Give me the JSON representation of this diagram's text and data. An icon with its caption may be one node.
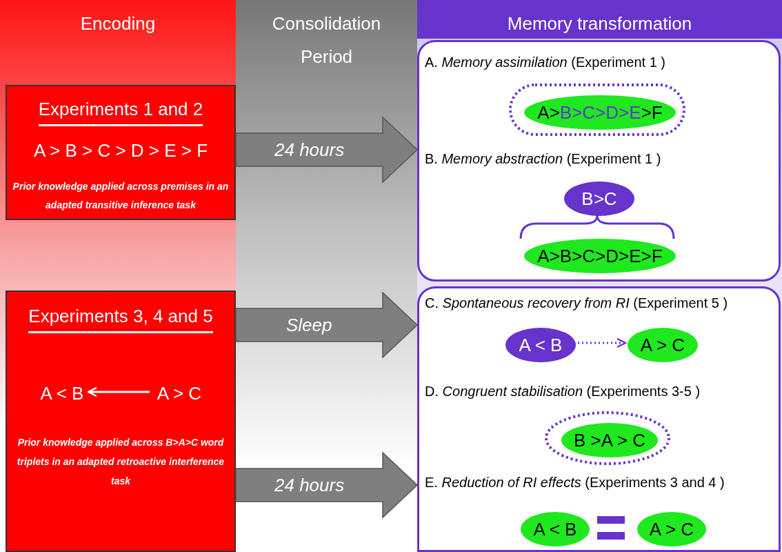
{
  "diagram": {
    "nodes": [
      {
        "text": [
          "Encoding"
        ]
      },
      {
        "text": [
          "Experiments 1 and 2",
          "A > B > C > D > E > F",
          "Prior knowledge applied across premises in an adapted transitive inference task"
        ],
        "in": 0
      },
      {
        "text": [
          "Experiments 3, 4 and 5",
          "Prior knowledge applied across B>A>C word triplets in an adapted retroactive interference task"
        ],
        "in": 0
      },
      {
        "text": [
          "A < B"
        ],
        "in": 2
      },
      {
        "text": [
          "A > C"
        ],
        "in": 2
      },
      {
        "text": [
          "Consolidation Period"
        ]
      },
      {
        "text": [
          "Memory transformation"
        ]
      },
      {
        "text": [
          "A. *Memory assimilation* (Experiment 1 )",
          "B. *Memory abstraction* (Experiment 1 )"
        ],
        "in": 6
      },
      {
        "text": [
          "A>B>C>D>E>F"
        ],
        "in": 7
      },
      {
        "text": [
          "B>C"
        ],
        "in": 7
      },
      {
        "text": [
          "A>B>C>D>E>F"
        ],
        "in": 7
      },
      {
        "text": [
          "C. *Spontaneous recovery from RI* (Experiment 5 )",
          "D. *Congruent stabilisation* (Experiments 3-5 )",
          "E. *Reduction of RI effects* (Experiments 3 and 4 )"
        ],
        "in": 6
      },
      {
        "text": [
          "A < B"
        ],
        "in": 11
      },
      {
        "text": [
          "A > C"
        ],
        "in": 11
      },
      {
        "text": [
          "B >A > C"
        ],
        "in": 11
      },
      {
        "text": [
          "A < B"
        ],
        "in": 11
      },
      {
        "text": [
          "A > C"
        ],
        "in": 11
      }
    ],
    "edges": [
      {
        "from": 4,
        "to": 3,
        "arrow": "to",
        "color": "#ffffff"
      },
      {
        "from": 1,
        "to": 7,
        "arrow": "to",
        "label": "24 hours",
        "style": "thick"
      },
      {
        "from": 2,
        "to": 11,
        "arrow": "to",
        "label": "Sleep",
        "style": "thick"
      },
      {
        "from": 2,
        "to": 11,
        "arrow": "to",
        "label": "24 hours",
        "style": "thick"
      },
      {
        "from": 12,
        "to": 13,
        "arrow": "to",
        "style": "dashed",
        "color": "#6633cc"
      }
    ]
  }
}
